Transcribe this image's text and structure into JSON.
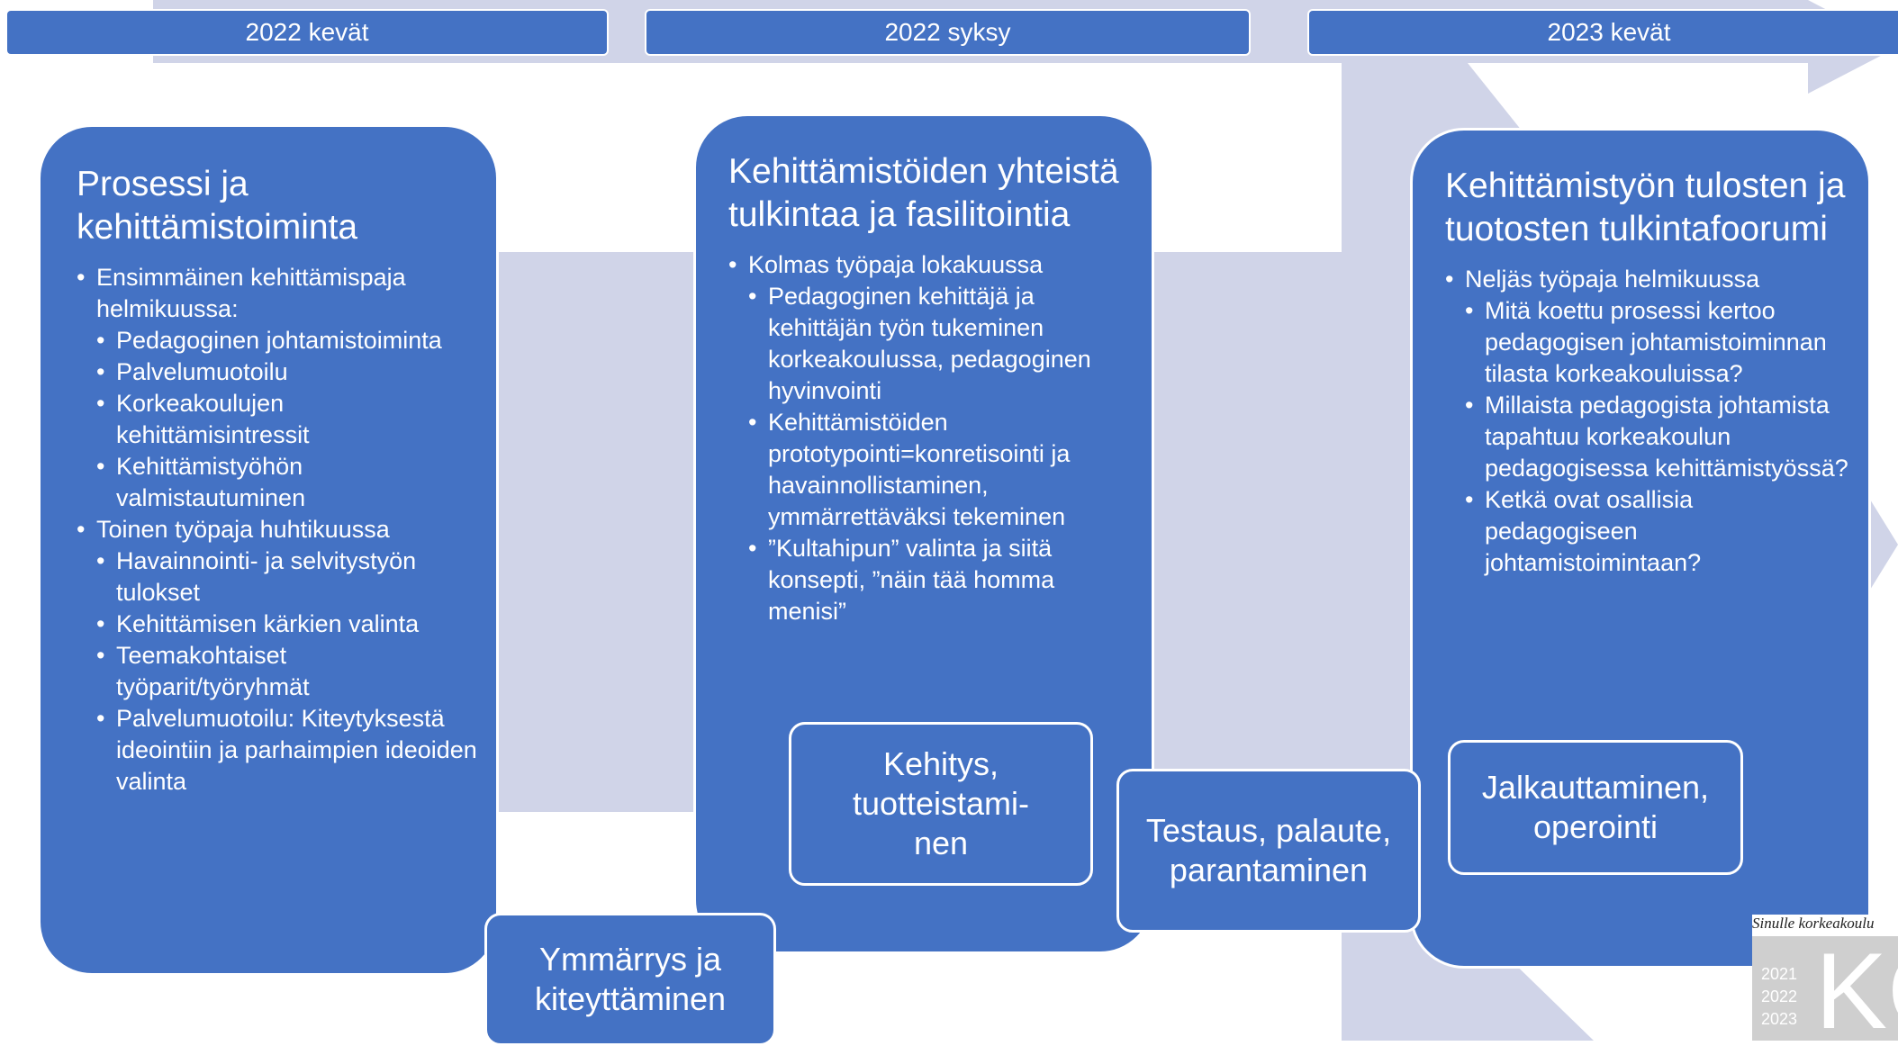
{
  "timeline": {
    "phases": [
      "2022 kevät",
      "2022 syksy",
      "2023 kevät"
    ]
  },
  "columns": [
    {
      "title": "Prosessi ja kehittämistoiminta",
      "bullets": [
        {
          "text": "Ensimmäinen kehittämispaja helmikuussa:",
          "level": 1
        },
        {
          "text": "Pedagoginen johtamistoiminta",
          "level": 2
        },
        {
          "text": "Palvelumuotoilu",
          "level": 2
        },
        {
          "text": "Korkeakoulujen kehittämisintressit",
          "level": 2
        },
        {
          "text": "Kehittämistyöhön valmistautuminen",
          "level": 2
        },
        {
          "text": "Toinen työpaja huhtikuussa",
          "level": 1
        },
        {
          "text": "Havainnointi- ja selvitystyön tulokset",
          "level": 2
        },
        {
          "text": "Kehittämisen kärkien valinta",
          "level": 2
        },
        {
          "text": "Teemakohtaiset työparit/työryhmät",
          "level": 2
        },
        {
          "text": "Palvelumuotoilu: Kiteytyksestä ideointiin ja parhaimpien ideoiden valinta",
          "level": 2
        }
      ]
    },
    {
      "title": "Kehittämistöiden yhteistä tulkintaa ja fasilitointia",
      "bullets": [
        {
          "text": "Kolmas työpaja lokakuussa",
          "level": 1
        },
        {
          "text": "Pedagoginen kehittäjä ja kehittäjän työn tukeminen korkeakoulussa, pedagoginen hyvinvointi",
          "level": 2
        },
        {
          "text": "Kehittämistöiden prototypointi=konretisointi ja havainnollistaminen, ymmärrettäväksi tekeminen",
          "level": 2
        },
        {
          "text": "”Kultahipun” valinta ja siitä konsepti, ”näin tää homma menisi”",
          "level": 2
        }
      ]
    },
    {
      "title": "Kehittämistyön tulosten ja tuotosten tulkintafoorumi",
      "bullets": [
        {
          "text": "Neljäs työpaja helmikuussa",
          "level": 1
        },
        {
          "text": "Mitä koettu prosessi kertoo pedagogisen johtamistoiminnan tilasta korkeakouluissa?",
          "level": 2
        },
        {
          "text": "Millaista pedagogista johtamista tapahtuu korkeakoulun pedagogisessa kehittämistyössä?",
          "level": 2
        },
        {
          "text": "Ketkä ovat osallisia pedagogiseen johtamistoimintaan?",
          "level": 2
        }
      ]
    }
  ],
  "stages": {
    "understanding": "Ymmärrys ja kiteyttäminen",
    "development": "Kehitys, tuotteistami-nen",
    "testing": "Testaus, palaute, parantaminen",
    "deployment": "Jalkauttaminen, operointi"
  },
  "logo": {
    "caption": "Sinulle korkeakoulu",
    "years": [
      "2021",
      "2022",
      "2023"
    ],
    "letters": "KC"
  },
  "colors": {
    "box": "#4472c4",
    "background_arrow": "#d0d4e8",
    "text": "#ffffff"
  }
}
